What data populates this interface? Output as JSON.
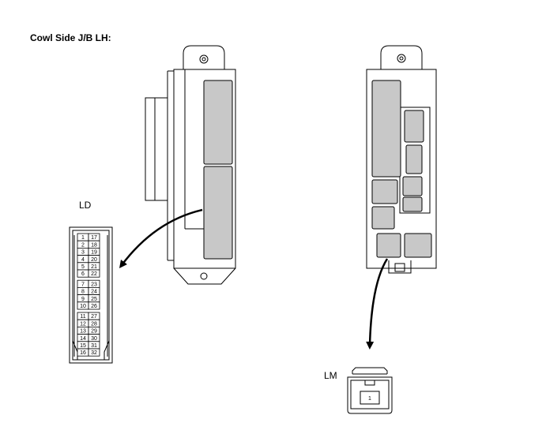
{
  "title": "Cowl Side J/B LH:",
  "connectors": {
    "ld": {
      "label": "LD",
      "pins_left": [
        "1",
        "2",
        "3",
        "4",
        "5",
        "6",
        "7",
        "8",
        "9",
        "10",
        "11",
        "12",
        "13",
        "14",
        "15",
        "16"
      ],
      "pins_right": [
        "17",
        "18",
        "19",
        "20",
        "21",
        "22",
        "23",
        "24",
        "25",
        "26",
        "27",
        "28",
        "29",
        "30",
        "31",
        "32"
      ]
    },
    "lm": {
      "label": "LM",
      "pins": [
        "1"
      ]
    }
  },
  "colors": {
    "line": "#000000",
    "highlight": "#c8c8c8"
  }
}
